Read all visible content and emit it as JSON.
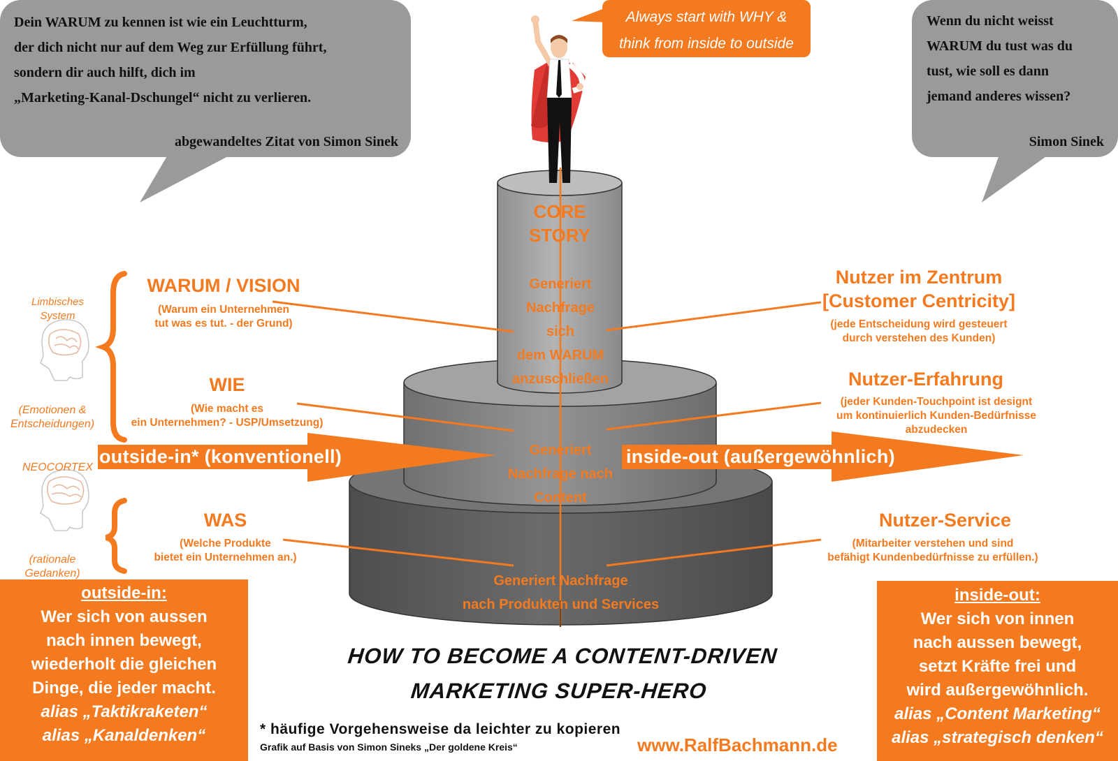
{
  "quote_left": {
    "lines": [
      "Dein WARUM zu kennen ist wie ein Leuchtturm,",
      "der dich nicht nur auf dem Weg zur Erfüllung führt,",
      "sondern dir auch hilft, dich im",
      "„Marketing-Kanal-Dschungel“ nicht zu verlieren."
    ],
    "attribution": "abgewandeltes Zitat von Simon Sinek"
  },
  "quote_right": {
    "lines": [
      "Wenn du nicht weisst",
      "WARUM du tust was du",
      "tust, wie soll es dann",
      "jemand anderes wissen?"
    ],
    "attribution": "Simon Sinek"
  },
  "hero_callout": {
    "line1": "Always start with WHY &",
    "line2": "think from inside to outside"
  },
  "pillar": {
    "core_line1": "CORE",
    "core_line2": "STORY",
    "top_lines": [
      "Generiert",
      "Nachfrage",
      "sich",
      "dem WARUM",
      "anzuschließen"
    ],
    "middle_lines": [
      "Generiert",
      "Nachfrage nach",
      "Content"
    ],
    "bottom_lines": [
      "Generiert Nachfrage",
      "nach Produkten und Services"
    ]
  },
  "left_side": {
    "why_title": "WARUM / VISION",
    "why_sub": [
      "(Warum ein Unternehmen",
      "tut was es tut. - der Grund)"
    ],
    "how_title": "WIE",
    "how_sub": [
      "(Wie macht es",
      "ein Unternehmen? - USP/Umsetzung)"
    ],
    "what_title": "WAS",
    "what_sub": [
      "(Welche Produkte",
      "bietet ein Unternehmen an.)"
    ]
  },
  "right_side": {
    "center_title": [
      "Nutzer im Zentrum",
      "[Customer Centricity]"
    ],
    "center_sub": [
      "(jede Entscheidung wird gesteuert",
      "durch verstehen des Kunden)"
    ],
    "experience_title": "Nutzer-Erfahrung",
    "experience_sub": [
      "(jeder Kunden-Touchpoint ist designt",
      "um kontinuierlich Kunden-Bedürfnisse",
      "abzudecken"
    ],
    "service_title": "Nutzer-Service",
    "service_sub": [
      "(Mitarbeiter verstehen und sind",
      "befähigt Kundenbedürfnisse zu erfüllen.)"
    ]
  },
  "brain": {
    "limbic": [
      "Limbisches",
      "System"
    ],
    "limbic_note": [
      "(Emotionen &",
      "Entscheidungen)"
    ],
    "neocortex": "NEOCORTEX",
    "neocortex_note": [
      "(rationale",
      "Gedanken)"
    ]
  },
  "arrows": {
    "left": "outside-in* (konventionell)",
    "right": "inside-out (außergewöhnlich)"
  },
  "box_left": {
    "heading": "outside-in:",
    "lines": [
      "Wer sich von aussen",
      "nach innen bewegt,",
      "wiederholt die gleichen",
      "Dinge, die jeder macht."
    ],
    "alias1": "alias „Taktikraketen“",
    "alias2": "alias „Kanaldenken“"
  },
  "box_right": {
    "heading": "inside-out:",
    "lines": [
      "Wer sich von innen",
      "nach aussen bewegt,",
      "setzt Kräfte frei und",
      "wird außergewöhnlich."
    ],
    "alias1": "alias „Content Marketing“",
    "alias2": "alias „strategisch denken“"
  },
  "title": {
    "line1": "HOW TO BECOME A CONTENT-DRIVEN",
    "line2": "MARKETING SUPER-HERO"
  },
  "footnote": "* häufige Vorgehensweise da leichter zu kopieren",
  "credit": "Grafik auf Basis von Simon Sineks „Der goldene Kreis“",
  "website": "www.RalfBachmann.de",
  "colors": {
    "orange": "#f47a20",
    "bubble_gray": "#9a9a9a",
    "pillar_light": "#a6a6a6",
    "pillar_mid": "#8a8a8a",
    "pillar_dark": "#5e5e5e"
  }
}
